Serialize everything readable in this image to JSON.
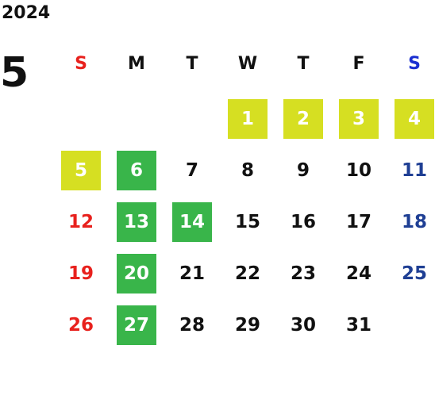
{
  "year": "2024",
  "month": "5",
  "colors": {
    "sunday_header": "#e8211d",
    "saturday_header": "#1a2fd1",
    "sunday_date": "#e8211d",
    "saturday_date": "#1f3f94",
    "highlight_yellow": "#d6df22",
    "highlight_green": "#39b54a",
    "weekday": "#111111"
  },
  "weekdays": [
    "S",
    "M",
    "T",
    "W",
    "T",
    "F",
    "S"
  ],
  "days": [
    {
      "d": "1",
      "hl": "yellow"
    },
    {
      "d": "2",
      "hl": "yellow"
    },
    {
      "d": "3",
      "hl": "yellow"
    },
    {
      "d": "4",
      "hl": "yellow"
    },
    {
      "d": "5",
      "hl": "yellow"
    },
    {
      "d": "6",
      "hl": "green"
    },
    {
      "d": "7",
      "hl": ""
    },
    {
      "d": "8",
      "hl": ""
    },
    {
      "d": "9",
      "hl": ""
    },
    {
      "d": "10",
      "hl": ""
    },
    {
      "d": "11",
      "hl": ""
    },
    {
      "d": "12",
      "hl": ""
    },
    {
      "d": "13",
      "hl": "green"
    },
    {
      "d": "14",
      "hl": "green"
    },
    {
      "d": "15",
      "hl": ""
    },
    {
      "d": "16",
      "hl": ""
    },
    {
      "d": "17",
      "hl": ""
    },
    {
      "d": "18",
      "hl": ""
    },
    {
      "d": "19",
      "hl": ""
    },
    {
      "d": "20",
      "hl": "green"
    },
    {
      "d": "21",
      "hl": ""
    },
    {
      "d": "22",
      "hl": ""
    },
    {
      "d": "23",
      "hl": ""
    },
    {
      "d": "24",
      "hl": ""
    },
    {
      "d": "25",
      "hl": ""
    },
    {
      "d": "26",
      "hl": ""
    },
    {
      "d": "27",
      "hl": "green"
    },
    {
      "d": "28",
      "hl": ""
    },
    {
      "d": "29",
      "hl": ""
    },
    {
      "d": "30",
      "hl": ""
    },
    {
      "d": "31",
      "hl": ""
    }
  ]
}
